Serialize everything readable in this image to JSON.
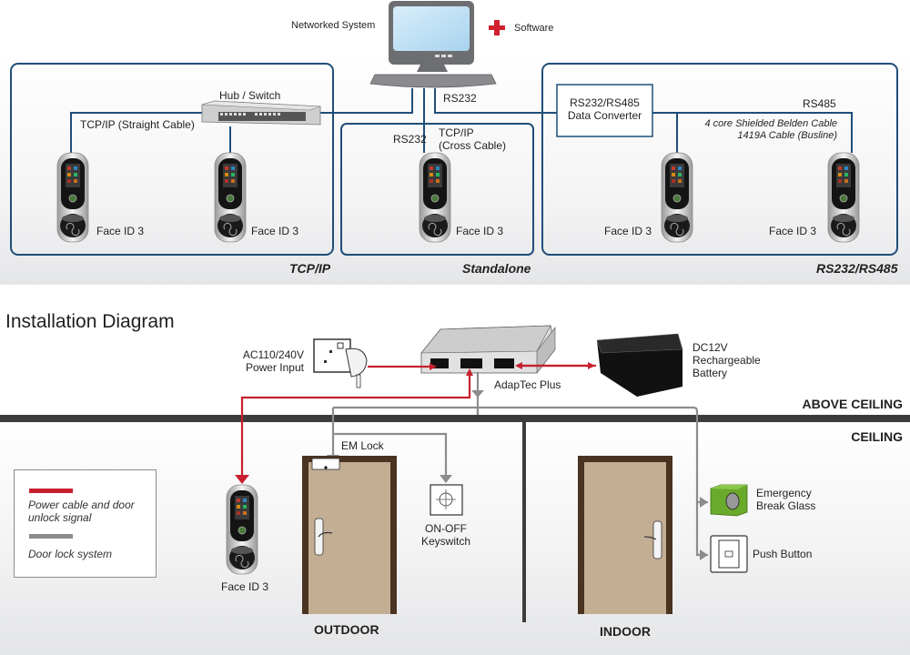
{
  "top_diagram": {
    "networked_system_label": "Networked System",
    "software_label": "Software",
    "hub_switch_label": "Hub / Switch",
    "tcpip_straight_label": "TCP/IP (Straight Cable)",
    "rs232_pc_label": "RS232",
    "rs232_standalone_label": "RS232",
    "tcpip_cross_label_line1": "TCP/IP",
    "tcpip_cross_label_line2": "(Cross Cable)",
    "converter_label_line1": "RS232/RS485",
    "converter_label_line2": "Data Converter",
    "rs485_label": "RS485",
    "cable_note_line1": "4 core Shielded Belden Cable",
    "cable_note_line2": "1419A Cable (Busline)",
    "devices": [
      {
        "label": "Face ID 3",
        "group": "TCP/IP"
      },
      {
        "label": "Face ID 3",
        "group": "TCP/IP"
      },
      {
        "label": "Face ID 3",
        "group": "Standalone"
      },
      {
        "label": "Face ID 3",
        "group": "RS232/RS485"
      },
      {
        "label": "Face ID 3",
        "group": "RS232/RS485"
      }
    ],
    "sections": {
      "tcpip": "TCP/IP",
      "standalone": "Standalone",
      "rs232_rs485": "RS232/RS485"
    }
  },
  "installation": {
    "title": "Installation Diagram",
    "power_input_line1": "AC110/240V",
    "power_input_line2": "Power Input",
    "adaptec_label": "AdapTec Plus",
    "battery_line1": "DC12V",
    "battery_line2": "Rechargeable",
    "battery_line3": "Battery",
    "above_ceiling": "ABOVE CEILING",
    "ceiling": "CEILING",
    "em_lock": "EM Lock",
    "keyswitch_line1": "ON-OFF",
    "keyswitch_line2": "Keyswitch",
    "break_glass_line1": "Emergency",
    "break_glass_line2": "Break Glass",
    "push_button": "Push Button",
    "face_id_label": "Face ID 3",
    "outdoor": "OUTDOOR",
    "indoor": "INDOOR",
    "legend": {
      "items": [
        {
          "label_line1": "Power cable and door",
          "label_line2": "unlock signal",
          "color": "#c8202f"
        },
        {
          "label_line1": "Door lock system",
          "label_line2": "",
          "color": "#8c8c8c"
        }
      ]
    }
  },
  "colors": {
    "network_line": "#1f4e79",
    "power_line": "#c8202f",
    "lock_line": "#8c8c8c",
    "ceiling_bar": "#3c3c3c",
    "door_frame": "#4a3320",
    "door_panel": "#c3ae94",
    "break_glass": "#6aaa2a",
    "software_plus": "#d0202e"
  }
}
